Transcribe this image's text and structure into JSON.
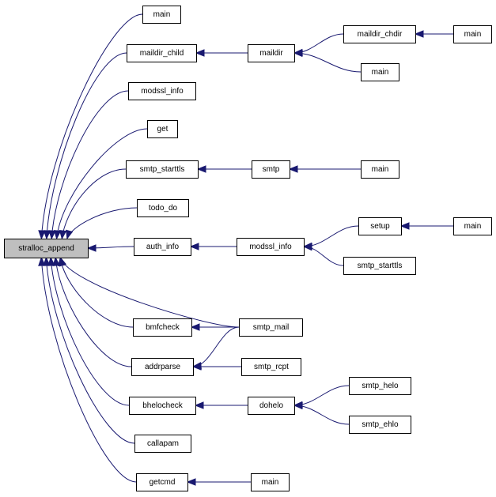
{
  "graph": {
    "nodes": [
      {
        "id": "stralloc_append",
        "label": "stralloc_append",
        "root": true
      },
      {
        "id": "main1",
        "label": "main"
      },
      {
        "id": "maildir_child",
        "label": "maildir_child"
      },
      {
        "id": "modssl_info1",
        "label": "modssl_info"
      },
      {
        "id": "get",
        "label": "get"
      },
      {
        "id": "smtp_starttls1",
        "label": "smtp_starttls"
      },
      {
        "id": "todo_do",
        "label": "todo_do"
      },
      {
        "id": "auth_info",
        "label": "auth_info"
      },
      {
        "id": "bmfcheck",
        "label": "bmfcheck"
      },
      {
        "id": "addrparse",
        "label": "addrparse"
      },
      {
        "id": "bhelocheck",
        "label": "bhelocheck"
      },
      {
        "id": "callapam",
        "label": "callapam"
      },
      {
        "id": "getcmd",
        "label": "getcmd"
      },
      {
        "id": "maildir",
        "label": "maildir"
      },
      {
        "id": "maildir_chdir",
        "label": "maildir_chdir"
      },
      {
        "id": "main2",
        "label": "main"
      },
      {
        "id": "main3",
        "label": "main"
      },
      {
        "id": "smtp",
        "label": "smtp"
      },
      {
        "id": "main4",
        "label": "main"
      },
      {
        "id": "modssl_info2",
        "label": "modssl_info"
      },
      {
        "id": "setup",
        "label": "setup"
      },
      {
        "id": "main5",
        "label": "main"
      },
      {
        "id": "smtp_starttls2",
        "label": "smtp_starttls"
      },
      {
        "id": "smtp_mail",
        "label": "smtp_mail"
      },
      {
        "id": "smtp_rcpt",
        "label": "smtp_rcpt"
      },
      {
        "id": "dohelo",
        "label": "dohelo"
      },
      {
        "id": "smtp_helo",
        "label": "smtp_helo"
      },
      {
        "id": "smtp_ehlo",
        "label": "smtp_ehlo"
      },
      {
        "id": "main6",
        "label": "main"
      }
    ],
    "edges": [
      {
        "from": "main1",
        "to": "stralloc_append"
      },
      {
        "from": "maildir_child",
        "to": "stralloc_append"
      },
      {
        "from": "modssl_info1",
        "to": "stralloc_append"
      },
      {
        "from": "get",
        "to": "stralloc_append"
      },
      {
        "from": "smtp_starttls1",
        "to": "stralloc_append"
      },
      {
        "from": "todo_do",
        "to": "stralloc_append"
      },
      {
        "from": "auth_info",
        "to": "stralloc_append"
      },
      {
        "from": "smtp_mail",
        "to": "stralloc_append"
      },
      {
        "from": "bmfcheck",
        "to": "stralloc_append"
      },
      {
        "from": "addrparse",
        "to": "stralloc_append"
      },
      {
        "from": "bhelocheck",
        "to": "stralloc_append"
      },
      {
        "from": "callapam",
        "to": "stralloc_append"
      },
      {
        "from": "getcmd",
        "to": "stralloc_append"
      },
      {
        "from": "maildir",
        "to": "maildir_child"
      },
      {
        "from": "maildir_chdir",
        "to": "maildir"
      },
      {
        "from": "main3",
        "to": "maildir"
      },
      {
        "from": "main2",
        "to": "maildir_chdir"
      },
      {
        "from": "smtp",
        "to": "smtp_starttls1"
      },
      {
        "from": "main4",
        "to": "smtp"
      },
      {
        "from": "modssl_info2",
        "to": "auth_info"
      },
      {
        "from": "setup",
        "to": "modssl_info2"
      },
      {
        "from": "smtp_starttls2",
        "to": "modssl_info2"
      },
      {
        "from": "main5",
        "to": "setup"
      },
      {
        "from": "smtp_mail",
        "to": "bmfcheck"
      },
      {
        "from": "smtp_mail",
        "to": "addrparse"
      },
      {
        "from": "smtp_rcpt",
        "to": "addrparse"
      },
      {
        "from": "dohelo",
        "to": "bhelocheck"
      },
      {
        "from": "smtp_helo",
        "to": "dohelo"
      },
      {
        "from": "smtp_ehlo",
        "to": "dohelo"
      },
      {
        "from": "main6",
        "to": "getcmd"
      }
    ]
  },
  "colors": {
    "edge": "#191970",
    "node_border": "#000000",
    "node_fill": "#ffffff",
    "root_fill": "#bfbfbf"
  }
}
